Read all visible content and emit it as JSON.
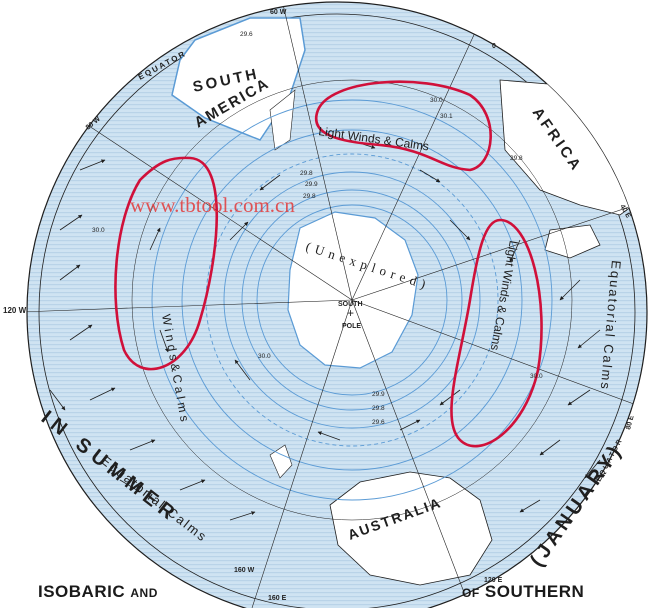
{
  "colors": {
    "ocean": "#cfe3f2",
    "ocean_stripe": "#b9d3e8",
    "land": "#ffffff",
    "isobar": "#5b9bd5",
    "calm_zone": "#d0103a",
    "ink": "#1f1f1f",
    "watermark": "#e23a3a"
  },
  "labels": {
    "south_america_1": "SOUTH",
    "south_america_2": "AMERICA",
    "africa": "AFRICA",
    "australia": "AUSTRALIA",
    "pole_1": "SOUTH",
    "pole_2": "POLE",
    "unexplored": "(Unexplored)",
    "light_winds_calms_top": "Light Winds & Calms",
    "light_winds_calms_right": "Light Winds & Calms",
    "winds_calms_left": "W i n d s & C a l m s",
    "equatorial_calms_right": "Equatorial Calms",
    "equatorial_calms_bottom": "Equatorial Calms",
    "equator_top": "EQUATOR",
    "equator_right": "EQUATOR",
    "in_summer": "IN SUMMER",
    "january": "(JANUARY)",
    "watermark": "www.tbtool.com.cn"
  },
  "meridians": {
    "m60w": "60 W",
    "m80w": "80 W",
    "m0": "0",
    "m40e": "40 E",
    "m80e": "80 E",
    "m120w": "120 W",
    "m160w": "160 W",
    "m160e": "160 E",
    "m120e": "120 E"
  },
  "isobar_values": {
    "v1": "29.6",
    "v2": "29.8",
    "v3": "29.9",
    "v4": "29.8",
    "v5": "30.0",
    "v6": "30.1",
    "v7": "30.0",
    "v8": "30.0",
    "v9": "29.9",
    "v10": "29.8",
    "v11": "29.6",
    "v12": "30.0",
    "v13": "29.8"
  },
  "captions": {
    "left_big": "ISOBARIC",
    "left_small": "AND",
    "right_small": "OF",
    "right_big": "SOUTHERN"
  }
}
